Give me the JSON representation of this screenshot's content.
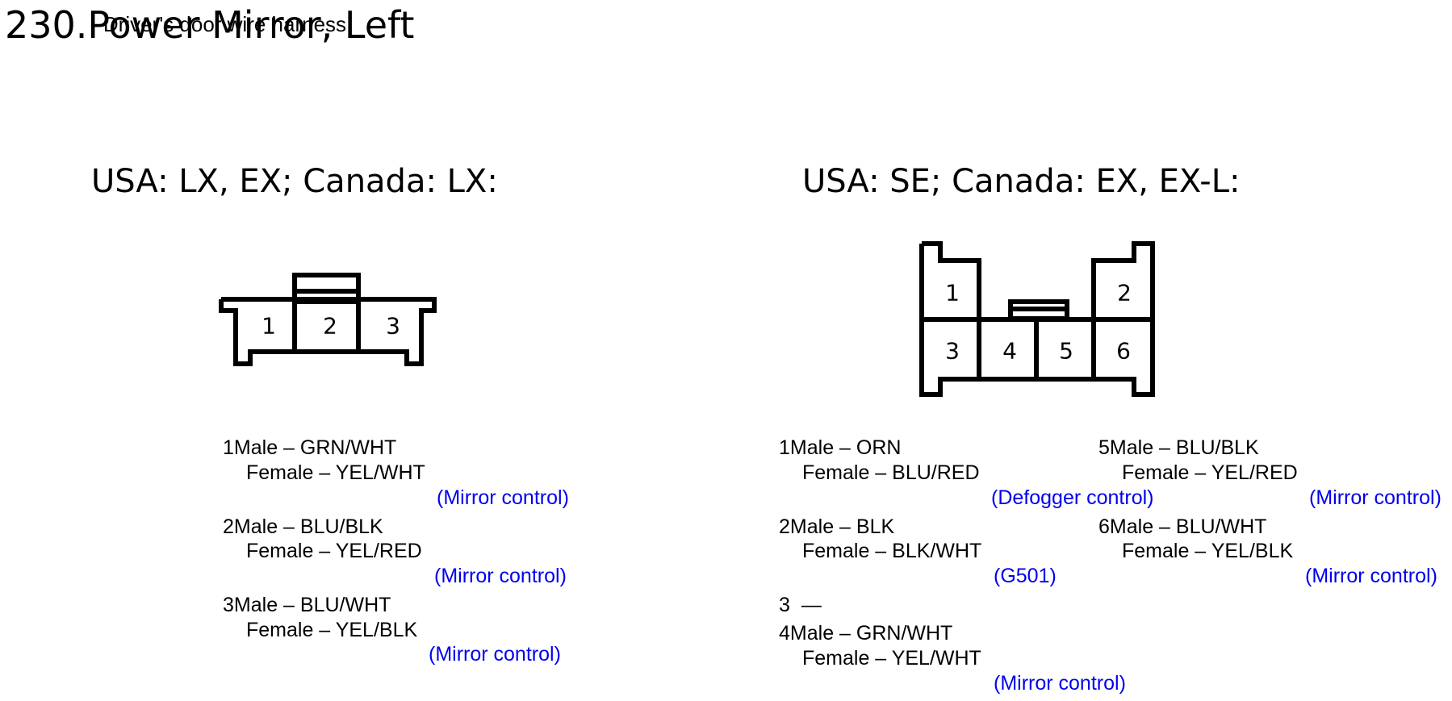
{
  "header": {
    "title": "230.Power Mirror, Left",
    "subtitle": "- Driver's door wire harness"
  },
  "left_section": {
    "heading": "USA: LX, EX; Canada: LX:",
    "connector_pins": [
      "1",
      "2",
      "3"
    ],
    "pins": [
      {
        "num": "1",
        "male": "Male – GRN/WHT",
        "female": "Female – YEL/WHT",
        "note": "(Mirror control)"
      },
      {
        "num": "2",
        "male": "Male – BLU/BLK",
        "female": "Female – YEL/RED",
        "note": "(Mirror control)"
      },
      {
        "num": "3",
        "male": "Male – BLU/WHT",
        "female": "Female – YEL/BLK",
        "note": "(Mirror control)"
      }
    ]
  },
  "right_section": {
    "heading": "USA: SE; Canada: EX, EX-L:",
    "connector_pins": [
      "1",
      "2",
      "3",
      "4",
      "5",
      "6"
    ],
    "pins": [
      {
        "num": "1",
        "male": "Male – ORN",
        "female": "Female – BLU/RED",
        "note": "(Defogger control)"
      },
      {
        "num": "2",
        "male": "Male – BLK",
        "female": "Female – BLK/WHT",
        "note": "(G501)"
      },
      {
        "num": "3",
        "dash": "—"
      },
      {
        "num": "4",
        "male": "Male – GRN/WHT",
        "female": "Female – YEL/WHT",
        "note": "(Mirror control)"
      },
      {
        "num": "5",
        "male": "Male – BLU/BLK",
        "female": "Female – YEL/RED",
        "note": "(Mirror control)"
      },
      {
        "num": "6",
        "male": "Male – BLU/WHT",
        "female": "Female – YEL/BLK",
        "note": "(Mirror control)"
      }
    ]
  },
  "colors": {
    "note": "#0000ee",
    "text": "#000000"
  }
}
